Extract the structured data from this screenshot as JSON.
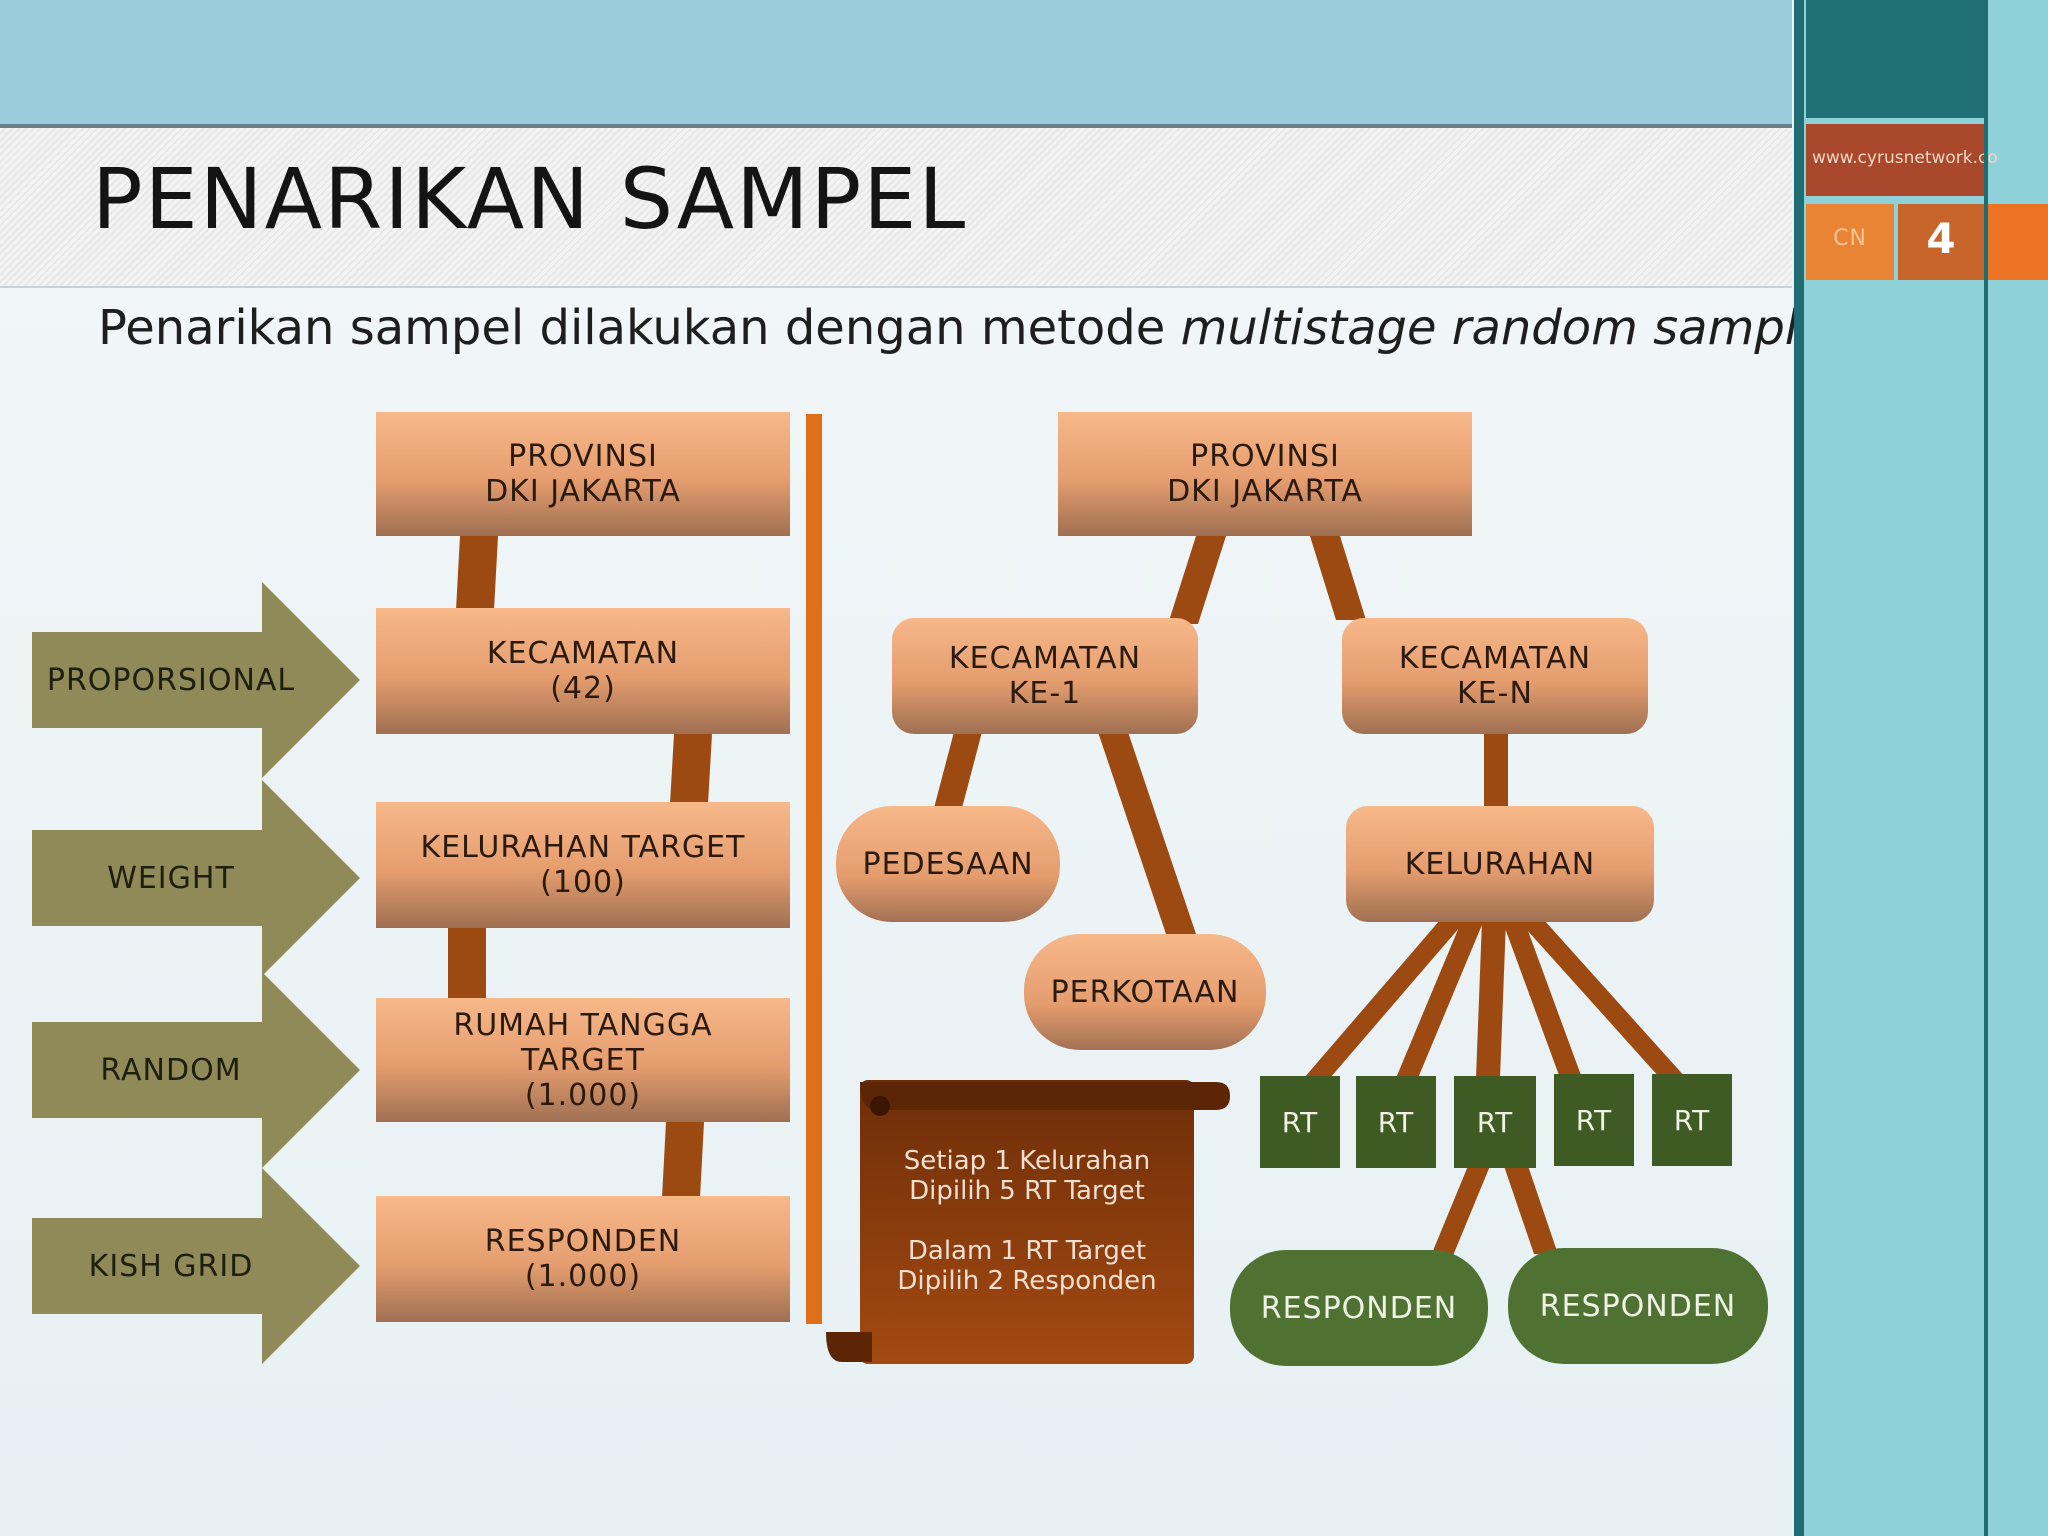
{
  "slide": {
    "title": "PENARIKAN SAMPEL",
    "subtitle_plain": "Penarikan sampel dilakukan dengan metode ",
    "subtitle_italic": "multistage random sampling",
    "subtitle_end": ".",
    "website": "www.cyrusnetwork.co",
    "logo_text": "CN",
    "page_number": "4"
  },
  "left_chain": [
    {
      "label": "PROVINSI\nDKI JAKARTA"
    },
    {
      "label": "KECAMATAN\n(42)"
    },
    {
      "label": "KELURAHAN TARGET\n(100)"
    },
    {
      "label": "RUMAH TANGGA\nTARGET\n(1.000)"
    },
    {
      "label": "RESPONDEN\n(1.000)"
    }
  ],
  "methods": [
    "PROPORSIONAL",
    "WEIGHT",
    "RANDOM",
    "KISH GRID"
  ],
  "tree": {
    "root": "PROVINSI\nDKI JAKARTA",
    "kec1": "KECAMATAN\nKE-1",
    "kecn": "KECAMATAN\nKE-N",
    "pedesaan": "PEDESAAN",
    "perkotaan": "PERKOTAAN",
    "kelurahan": "KELURAHAN",
    "rt": [
      "RT",
      "RT",
      "RT",
      "RT",
      "RT"
    ],
    "responden": [
      "RESPONDEN",
      "RESPONDEN"
    ]
  },
  "note": "Setiap 1 Kelurahan\nDipilih 5 RT Target\n\nDalam 1 RT Target\nDipilih 2 Responden",
  "colors": {
    "connector": "#9c4a12",
    "arrow": "#8f8a58",
    "divider": "#e06f1a",
    "rt_green": "#3f5a22",
    "responden_green": "#4f7232",
    "scroll": "#8a3c0e"
  }
}
